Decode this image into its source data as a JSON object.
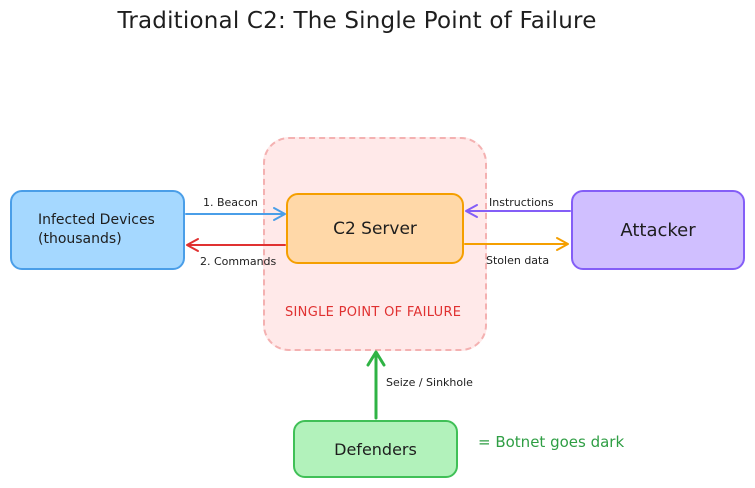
{
  "title": "Traditional C2: The Single Point of Failure",
  "zone": {
    "label": "SINGLE POINT OF FAILURE"
  },
  "nodes": {
    "infected": {
      "line1": "Infected Devices",
      "line2": "(thousands)"
    },
    "c2": {
      "label": "C2 Server"
    },
    "attacker": {
      "label": "Attacker"
    },
    "defenders": {
      "label": "Defenders"
    }
  },
  "edges": {
    "beacon": "1. Beacon",
    "commands": "2. Commands",
    "instructions": "Instructions",
    "stolen": "Stolen data",
    "seize": "Seize / Sinkhole"
  },
  "result": "= Botnet goes dark",
  "colors": {
    "infected_fill": "#a5d8ff",
    "c2_fill": "#ffd8a8",
    "attacker_fill": "#d0bfff",
    "defenders_fill": "#b2f2bb",
    "zone_fill": "#ffe9e9",
    "beacon_arrow": "#4a9ee8",
    "commands_arrow": "#e03131",
    "instructions_arrow": "#845ef7",
    "stolen_arrow": "#f59f00",
    "seize_arrow": "#2fb344"
  }
}
